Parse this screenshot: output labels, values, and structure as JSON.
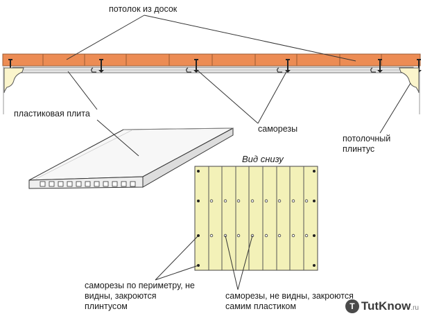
{
  "labels": {
    "ceiling_boards": "потолок из досок",
    "plastic_panel": "пластиковая плита",
    "screws": "саморезы",
    "ceiling_molding": "потолочный плинтус",
    "bottom_view": "Вид снизу",
    "perimeter_screws": "саморезы по периметру, не видны, закроются плинтусом",
    "hidden_screws": "саморезы, не видны, закроются самим пластиком"
  },
  "watermark": {
    "mark": "T",
    "text": "TutKnow",
    "suffix": ".ru"
  },
  "colors": {
    "board": "#ec8c54",
    "board_line": "#9a5a32",
    "plastic": "#e6e6e6",
    "panel_yellow": "#f3f1b8",
    "molding": "#fbf5cc",
    "ink": "#1a1a1a"
  },
  "icons": {
    "screw": "screw-icon",
    "molding": "molding-profile-icon"
  }
}
